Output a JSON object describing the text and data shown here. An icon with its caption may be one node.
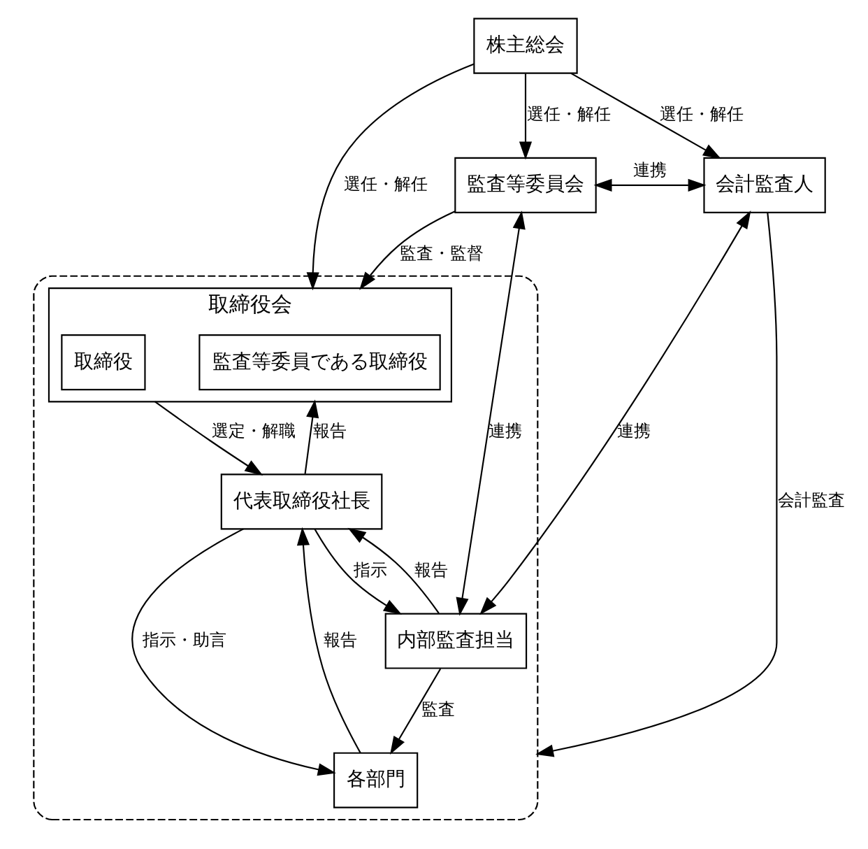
{
  "diagram": {
    "nodes": [
      {
        "text": [
          "株主総会"
        ]
      },
      {
        "text": [],
        "shape": "box"
      },
      {
        "text": [
          "取締役会"
        ],
        "in": 1
      },
      {
        "text": [
          "取締役"
        ],
        "in": 2
      },
      {
        "text": [
          "監査等委員である取締役"
        ],
        "in": 2
      },
      {
        "text": [
          "監査等委員会"
        ]
      },
      {
        "text": [
          "会計監査人"
        ]
      },
      {
        "text": [
          "代表取締役社長"
        ],
        "in": 1
      },
      {
        "text": [
          "内部監査担当"
        ],
        "in": 1
      },
      {
        "text": [
          "各部門"
        ],
        "in": 1
      }
    ],
    "edges": [
      {
        "from": 0,
        "to": 2,
        "arrow": "to",
        "label": "選任・解任"
      },
      {
        "from": 0,
        "to": 5,
        "arrow": "to",
        "label": "選任・解任"
      },
      {
        "from": 0,
        "to": 6,
        "arrow": "to",
        "label": "選任・解任"
      },
      {
        "from": 5,
        "to": 2,
        "arrow": "to",
        "label": "監査・監督"
      },
      {
        "from": 5,
        "to": 6,
        "arrow": "both",
        "label": "連携"
      },
      {
        "from": 2,
        "to": 7,
        "arrow": "to",
        "label": "選定・解職"
      },
      {
        "from": 7,
        "to": 2,
        "arrow": "to",
        "label": "報告"
      },
      {
        "from": 7,
        "to": 8,
        "arrow": "to",
        "label": "指示"
      },
      {
        "from": 8,
        "to": 7,
        "arrow": "to",
        "label": "報告"
      },
      {
        "from": 7,
        "to": 9,
        "arrow": "to",
        "label": "指示・助言"
      },
      {
        "from": 9,
        "to": 7,
        "arrow": "to",
        "label": "報告"
      },
      {
        "from": 8,
        "to": 9,
        "arrow": "to",
        "label": "監査"
      },
      {
        "from": 5,
        "to": 8,
        "arrow": "both",
        "label": "連携"
      },
      {
        "from": 6,
        "to": 8,
        "arrow": "both",
        "label": "連携"
      },
      {
        "from": 6,
        "to": 1,
        "arrow": "to",
        "label": "会計監査"
      }
    ]
  }
}
